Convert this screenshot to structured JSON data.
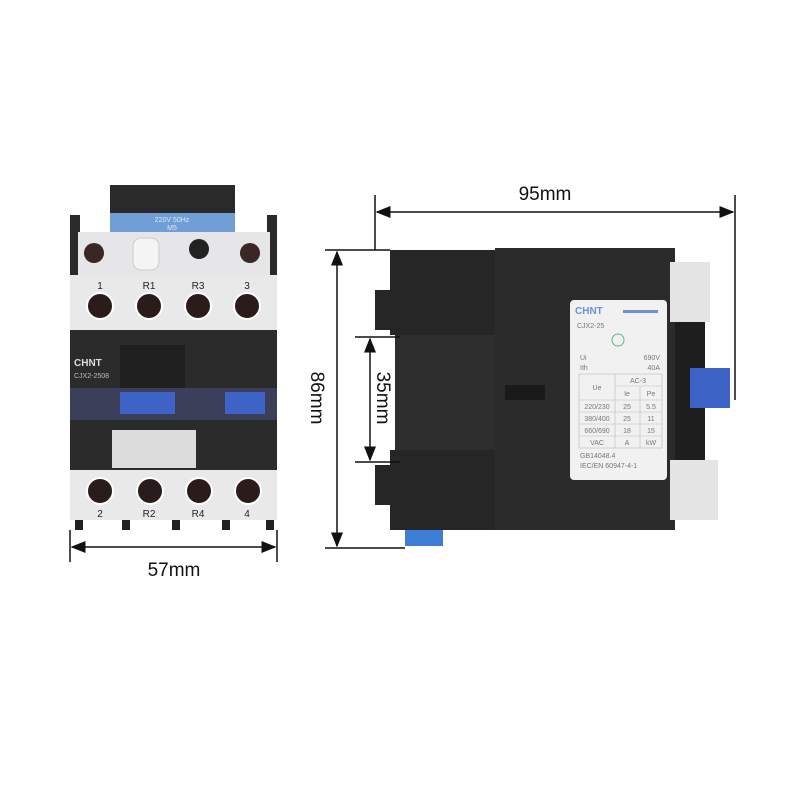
{
  "dimensions": {
    "width_front": "57mm",
    "height": "86mm",
    "depth": "95mm",
    "mount": "35mm"
  },
  "front_view": {
    "coil_label_line1": "220V 50Hz",
    "coil_label_line2": "M5",
    "top_terminals": [
      "1",
      "R1",
      "R3",
      "3"
    ],
    "bottom_terminals": [
      "2",
      "R2",
      "R4",
      "4"
    ],
    "brand": "CHNT",
    "model": "CJX2-2508"
  },
  "side_label": {
    "brand": "CHNT",
    "model": "CJX2-25",
    "ui_label": "Ui",
    "ui_value": "690V",
    "ith_label": "Ith",
    "ith_value": "40A",
    "us_label": "Ue",
    "category": "AC-3",
    "col_ie": "Ie",
    "col_pe": "Pe",
    "rows": [
      [
        "220/230",
        "25",
        "5.5"
      ],
      [
        "380/400",
        "25",
        "11"
      ],
      [
        "660/690",
        "18",
        "15"
      ],
      [
        "VAC",
        "A",
        "kW"
      ]
    ],
    "standard1": "GB14048.4",
    "standard2": "IEC/EN 60947-4-1"
  },
  "colors": {
    "body": "#2b2b2b",
    "terminal_white": "#e9e9ea",
    "accent_blue": "#3d63c7",
    "coil_blue": "#6f9fd6"
  }
}
